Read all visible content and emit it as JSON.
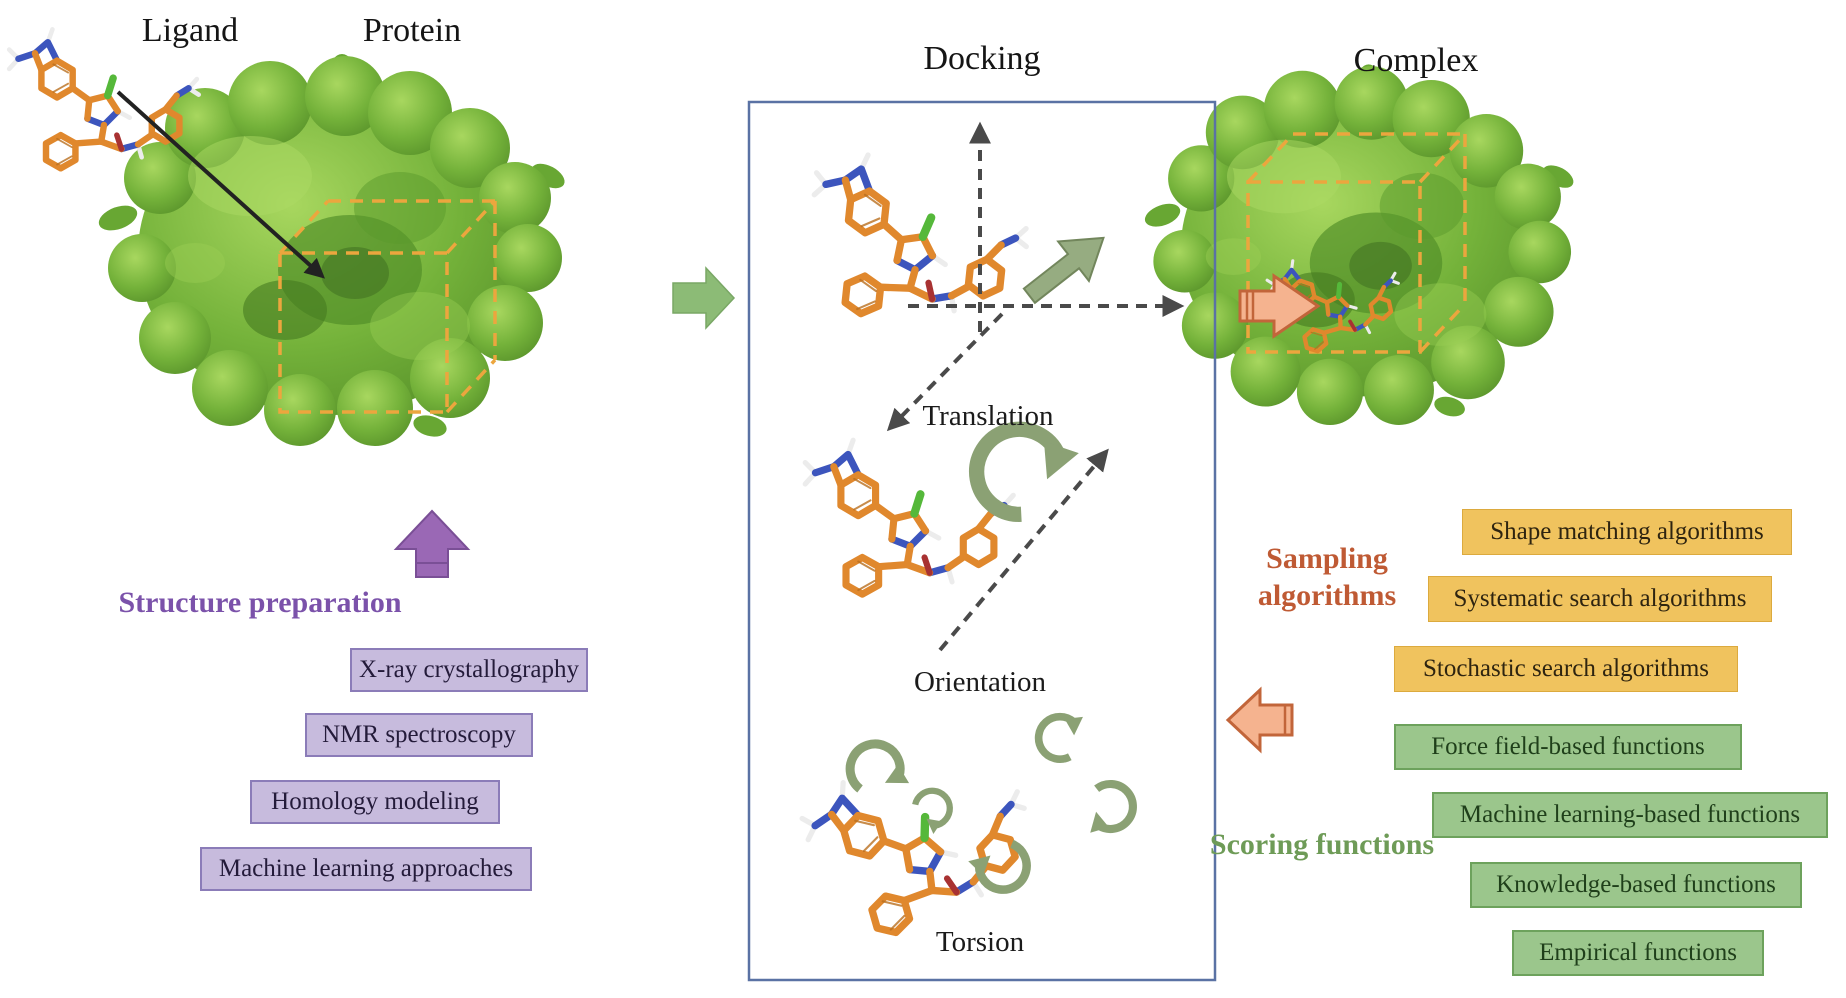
{
  "titles": {
    "ligand": "Ligand",
    "protein": "Protein",
    "docking": "Docking",
    "complex": "Complex"
  },
  "docking_panel": {
    "translation_label": "Translation",
    "orientation_label": "Orientation",
    "torsion_label": "Torsion"
  },
  "left_panel": {
    "header": "Structure preparation",
    "boxes": [
      {
        "label": "X-ray crystallography"
      },
      {
        "label": "NMR spectroscopy"
      },
      {
        "label": "Homology modeling"
      },
      {
        "label": "Machine learning approaches"
      }
    ]
  },
  "right_panel": {
    "sampling": {
      "header": "Sampling algorithms",
      "boxes": [
        {
          "label": "Shape matching algorithms"
        },
        {
          "label": "Systematic search algorithms"
        },
        {
          "label": "Stochastic search algorithms"
        }
      ]
    },
    "scoring": {
      "header": "Scoring functions",
      "boxes": [
        {
          "label": "Force field-based functions"
        },
        {
          "label": "Machine learning-based functions"
        },
        {
          "label": "Knowledge-based functions"
        },
        {
          "label": "Empirical functions"
        }
      ]
    }
  },
  "icons": [
    "ligand-molecule-icon",
    "protein-surface-icon",
    "binding-site-cube-icon",
    "flow-arrow-right-icon",
    "flow-arrow-left-icon",
    "flow-arrow-up-icon",
    "translation-axes-icon",
    "rotation-arrow-icon",
    "torsion-arrow-icon"
  ],
  "colors": {
    "purple_header": "#7b52aa",
    "purple_box_fill": "#c7bbdd",
    "purple_box_border": "#8b7cb8",
    "purple_arrow": "#9a68b5",
    "orange_header": "#bf5a34",
    "yellow_box_fill": "#f0c35e",
    "green_header": "#6e9b57",
    "green_box_fill": "#9bc68c",
    "green_box_border": "#6da25c",
    "salmon_arrow_fill": "#f5b38f",
    "salmon_arrow_border": "#c2653a",
    "flow_green_arrow": "#8cbb76",
    "olive_arrow": "#8ba174",
    "docking_border": "#5a72a4",
    "dashed_cube": "#eca63e",
    "protein_green": "#74b23a",
    "ligand_orange": "#e0882d",
    "nitrogen_blue": "#3c55bd",
    "chlorine_green": "#55b83a",
    "oxygen_red": "#a83232"
  }
}
